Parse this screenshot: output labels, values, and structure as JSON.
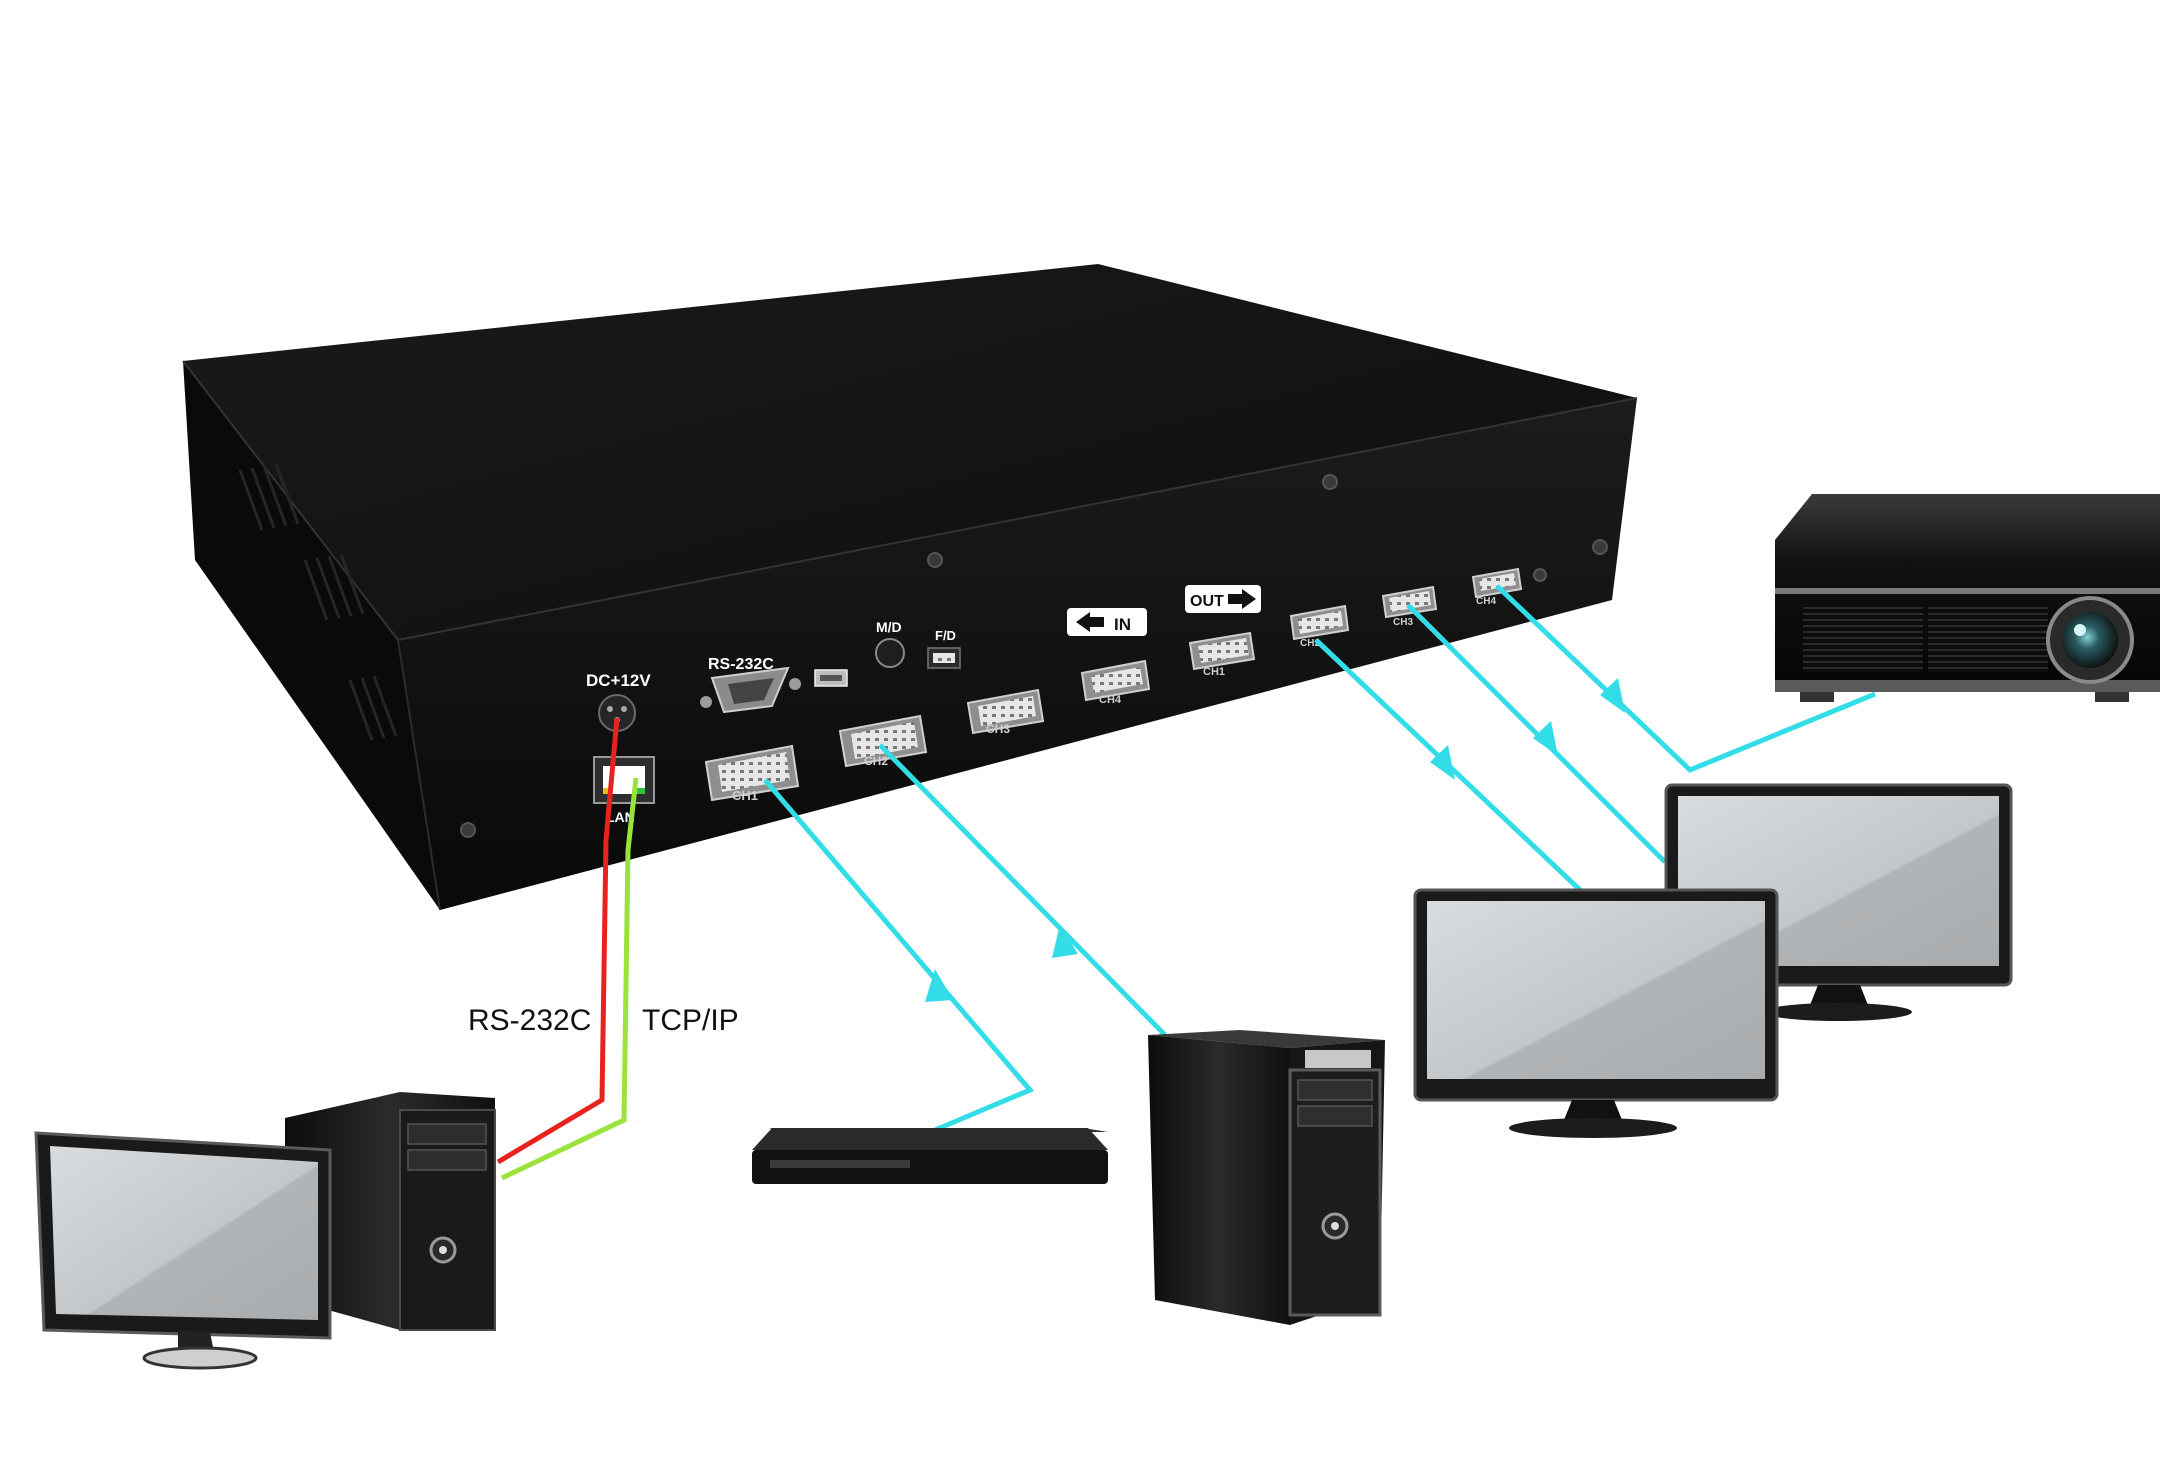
{
  "device": {
    "power_label": "DC+12V",
    "serial_label": "RS-232C",
    "lan_label": "LAN",
    "md_label": "M/D",
    "fd_label": "F/D",
    "in_badge": "IN",
    "out_badge": "OUT",
    "input_ports": [
      "CH1",
      "CH2",
      "CH3",
      "CH4"
    ],
    "output_ports": [
      "CH1",
      "CH2",
      "CH3",
      "CH4"
    ]
  },
  "links": {
    "serial_label": "RS-232C",
    "network_label": "TCP/IP"
  },
  "colors": {
    "video_link": "#33dde8",
    "serial_cable": "#e8231e",
    "network_cable": "#9be23a",
    "chassis": "#141414"
  }
}
